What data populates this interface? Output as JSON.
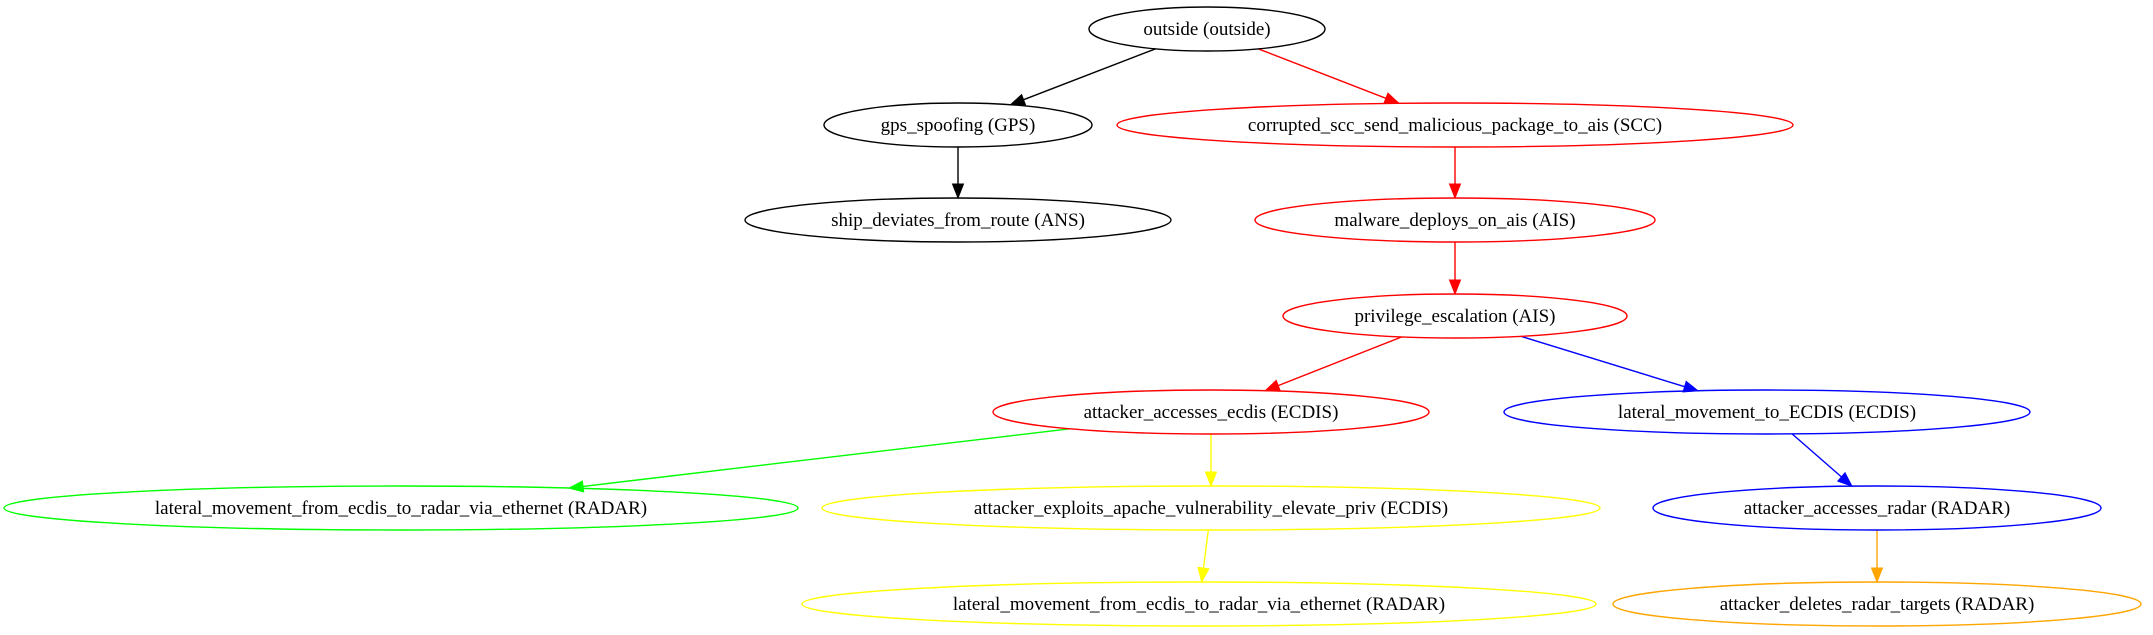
{
  "nodes": [
    {
      "id": "outside",
      "label": "outside (outside)",
      "color": "#000000"
    },
    {
      "id": "gps",
      "label": "gps_spoofing (GPS)",
      "color": "#000000"
    },
    {
      "id": "scc",
      "label": "corrupted_scc_send_malicious_package_to_ais (SCC)",
      "color": "#ff0000"
    },
    {
      "id": "ans",
      "label": "ship_deviates_from_route (ANS)",
      "color": "#000000"
    },
    {
      "id": "malware",
      "label": "malware_deploys_on_ais (AIS)",
      "color": "#ff0000"
    },
    {
      "id": "privesc",
      "label": "privilege_escalation (AIS)",
      "color": "#ff0000"
    },
    {
      "id": "ecdis",
      "label": "attacker_accesses_ecdis (ECDIS)",
      "color": "#ff0000"
    },
    {
      "id": "latecdis",
      "label": "lateral_movement_to_ECDIS (ECDIS)",
      "color": "#0000ff"
    },
    {
      "id": "latradar_green",
      "label": "lateral_movement_from_ecdis_to_radar_via_ethernet (RADAR)",
      "color": "#00ff00"
    },
    {
      "id": "apache",
      "label": "attacker_exploits_apache_vulnerability_elevate_priv (ECDIS)",
      "color": "#ffff00"
    },
    {
      "id": "radar",
      "label": "attacker_accesses_radar (RADAR)",
      "color": "#0000ff"
    },
    {
      "id": "latradar_yellow",
      "label": "lateral_movement_from_ecdis_to_radar_via_ethernet (RADAR)",
      "color": "#ffff00"
    },
    {
      "id": "delete",
      "label": "attacker_deletes_radar_targets (RADAR)",
      "color": "#ffa500"
    }
  ],
  "edges": [
    {
      "from": "outside",
      "to": "gps",
      "color": "#000000"
    },
    {
      "from": "outside",
      "to": "scc",
      "color": "#ff0000"
    },
    {
      "from": "gps",
      "to": "ans",
      "color": "#000000"
    },
    {
      "from": "scc",
      "to": "malware",
      "color": "#ff0000"
    },
    {
      "from": "malware",
      "to": "privesc",
      "color": "#ff0000"
    },
    {
      "from": "privesc",
      "to": "ecdis",
      "color": "#ff0000"
    },
    {
      "from": "privesc",
      "to": "latecdis",
      "color": "#0000ff"
    },
    {
      "from": "ecdis",
      "to": "latradar_green",
      "color": "#00ff00"
    },
    {
      "from": "ecdis",
      "to": "apache",
      "color": "#ffff00"
    },
    {
      "from": "latecdis",
      "to": "radar",
      "color": "#0000ff"
    },
    {
      "from": "apache",
      "to": "latradar_yellow",
      "color": "#ffff00"
    },
    {
      "from": "radar",
      "to": "delete",
      "color": "#ffa500"
    }
  ]
}
